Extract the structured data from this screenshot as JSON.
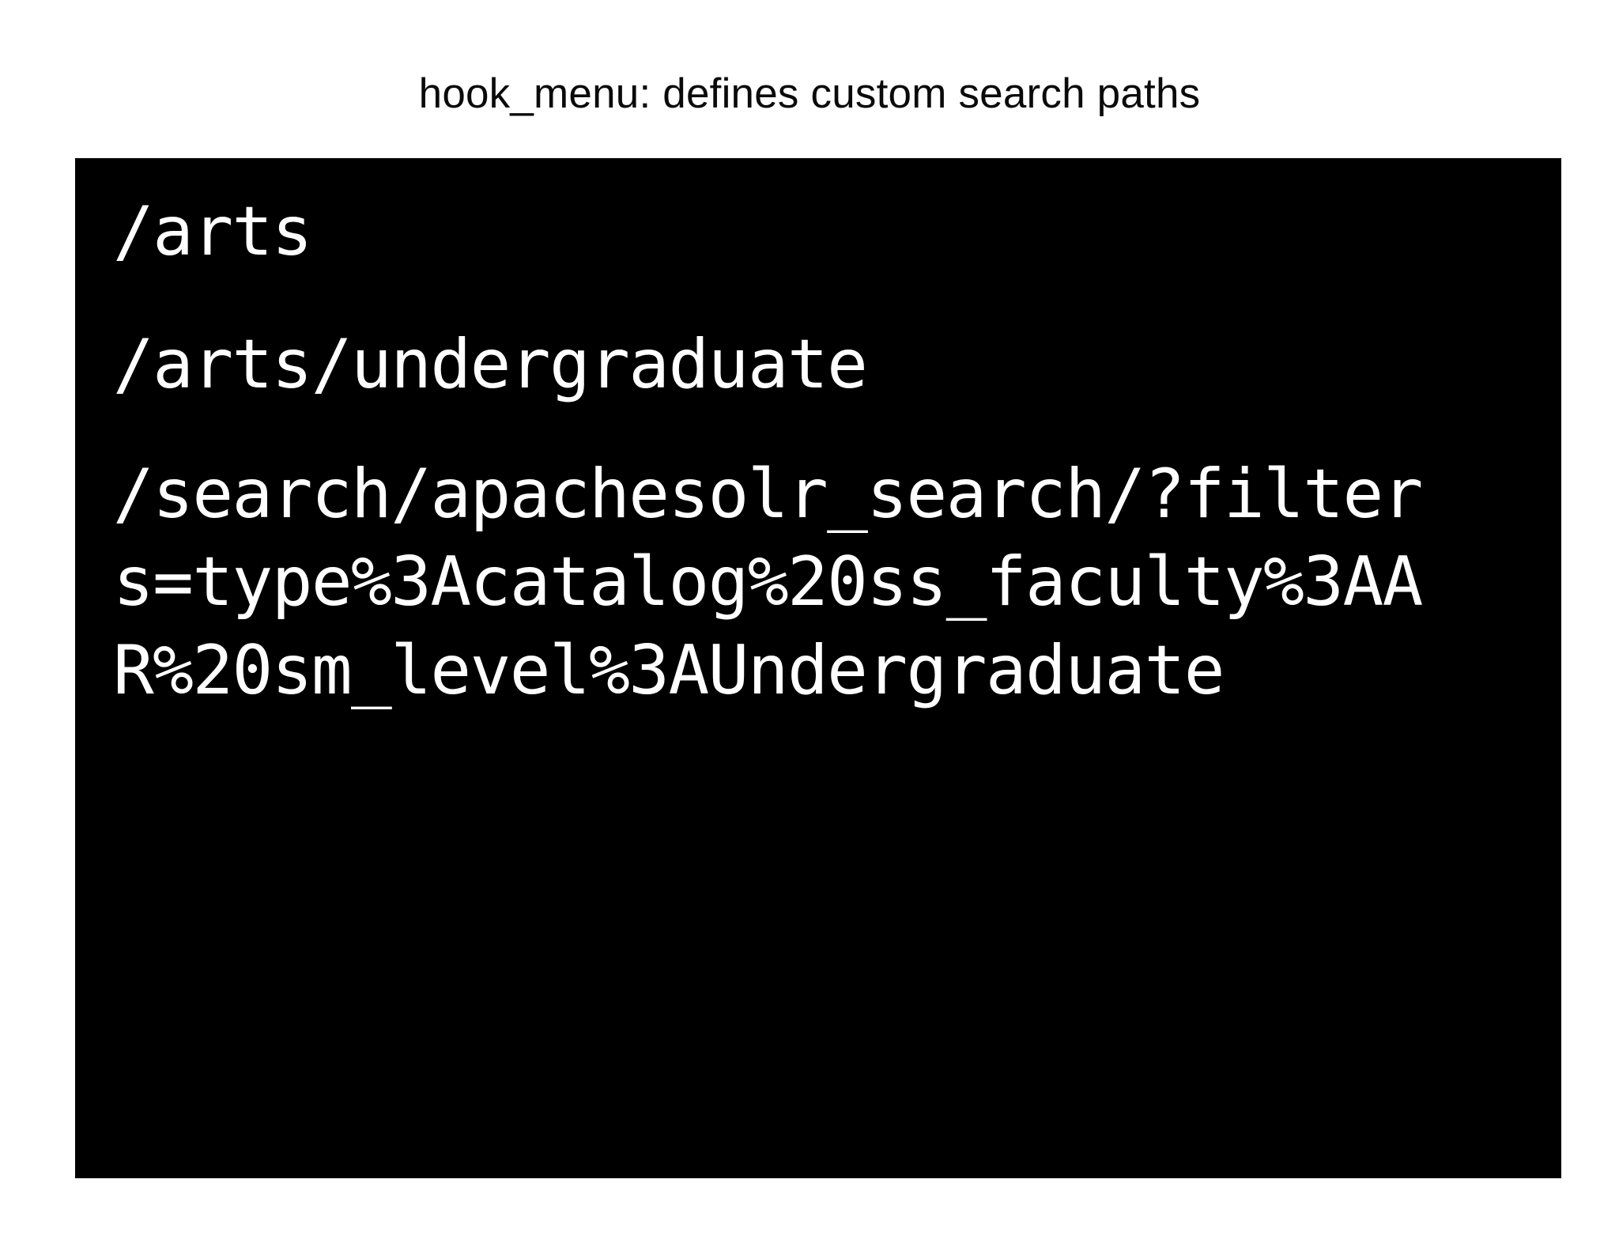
{
  "slide": {
    "title": "hook_menu: defines custom search paths",
    "background_color": "#ffffff",
    "title_color": "#0a0a0a"
  },
  "code_box": {
    "background_color": "#000000",
    "text_color": "#ffffff",
    "entries": [
      {
        "id": "path-arts",
        "text": "/arts"
      },
      {
        "id": "path-arts-undergraduate",
        "text": "/arts/undergraduate"
      },
      {
        "id": "path-apachesolr-search-query",
        "text": "/search/apachesolr_search/?filters=type%3Acatalog%20ss_faculty%3AAR%20sm_level%3AUndergraduate",
        "wrapped_lines": [
          "/search/apachesolr_search/?",
          "filters=type%3Acatalog%20",
          "ss_faculty%3AAR%20sm_level",
          "%3AUndergraduate"
        ]
      }
    ]
  }
}
